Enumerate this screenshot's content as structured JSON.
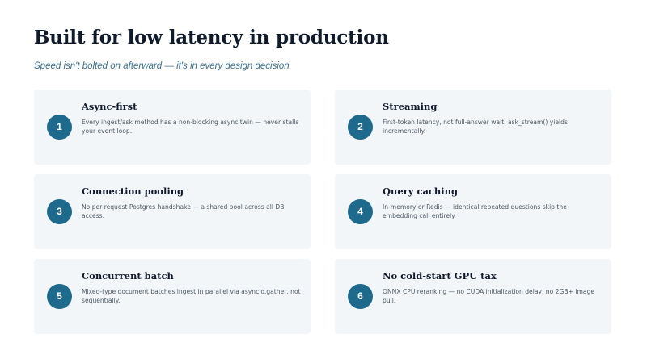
{
  "title": "Built for low latency in production",
  "subtitle": "Speed isn't bolted on afterward — it's in every design decision",
  "colors": {
    "badge": "#1d6a8c",
    "card_background": "#f3f6f9",
    "title_text": "#0f1b2d",
    "subtitle_text": "#3b6f8f"
  },
  "cards": [
    {
      "number": "1",
      "title": "Async-first",
      "description": "Every ingest/ask method has a non-blocking async twin — never stalls your event loop."
    },
    {
      "number": "2",
      "title": "Streaming",
      "description": "First-token latency, not full-answer wait. ask_stream() yields incrementally."
    },
    {
      "number": "3",
      "title": "Connection pooling",
      "description": "No per-request Postgres handshake — a shared pool across all DB access."
    },
    {
      "number": "4",
      "title": "Query caching",
      "description": "In-memory or Redis — identical repeated questions skip the embedding call entirely."
    },
    {
      "number": "5",
      "title": "Concurrent batch",
      "description": "Mixed-type document batches ingest in parallel via asyncio.gather, not sequentially."
    },
    {
      "number": "6",
      "title": "No cold-start GPU tax",
      "description": "ONNX CPU reranking — no CUDA initialization delay, no 2GB+ image pull."
    }
  ]
}
